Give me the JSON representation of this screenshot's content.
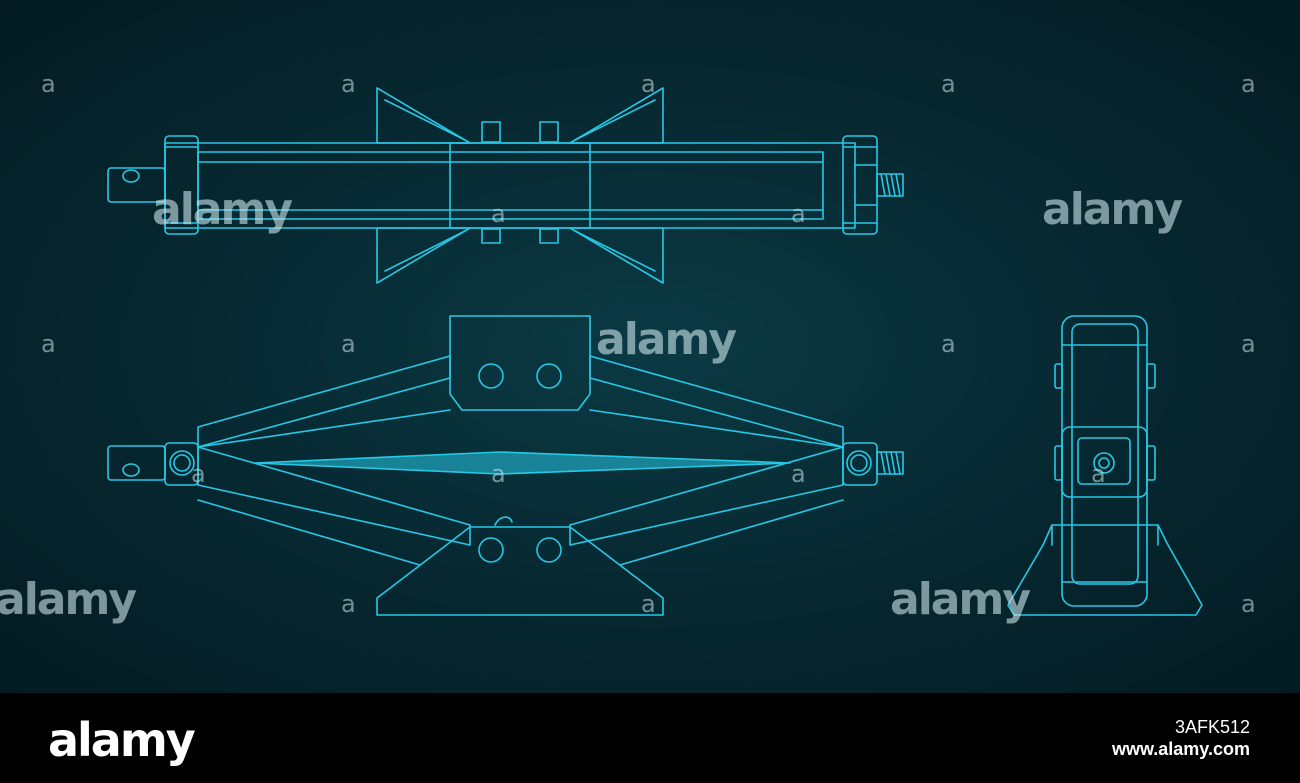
{
  "watermark": {
    "small": "a",
    "large": "alamy"
  },
  "footer": {
    "logo": "alamy",
    "image_id": "3AFK512",
    "url": "www.alamy.com"
  },
  "colors": {
    "background": "#062a32",
    "line": "#27c8e6",
    "footer": "#000000"
  },
  "views": [
    "top-view",
    "side-view",
    "end-view"
  ]
}
